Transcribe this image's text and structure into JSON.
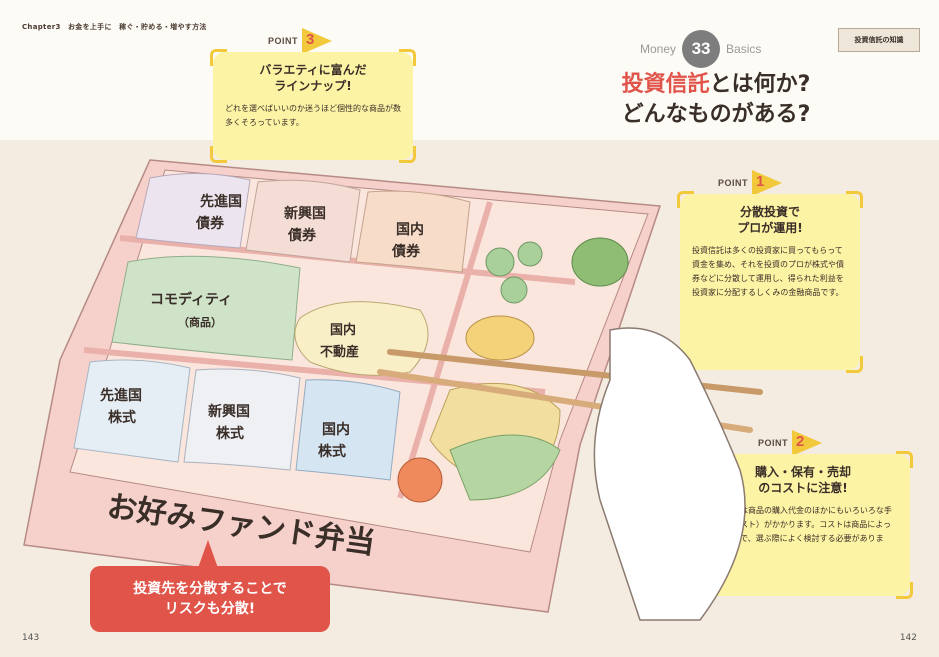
{
  "chapter": "Chapter3　お金を上手に　稼ぐ・貯める・増やす方法",
  "page_left": "143",
  "page_right": "142",
  "header": {
    "left": "Money",
    "number": "33",
    "right": "Basics"
  },
  "tag": "投資信託の知識",
  "title": {
    "accent": "投資信託",
    "line1_rest": "とは何か?",
    "line2": "どんなものがある?"
  },
  "points": {
    "p3": {
      "label": "POINT",
      "num": "3",
      "head1": "バラエティに富んだ",
      "head2": "ラインナップ!",
      "body": "どれを選べばいいのか迷うほど個性的な商品が数多くそろっています。"
    },
    "p1": {
      "label": "POINT",
      "num": "1",
      "head1": "分散投資で",
      "head2": "プロが運用!",
      "body": "投資信託は多くの投資家に買ってもらって資金を集め、それを投資のプロが株式や債券などに分散して運用し、得られた利益を投資家に分配するしくみの金融商品です。"
    },
    "p2": {
      "label": "POINT",
      "num": "2",
      "head1": "購入・保有・売却",
      "head2": "のコストに注意!",
      "body": "投資信託は商品の購入代金のほかにもいろいろな手数料（コスト）がかかります。コストは商品によって違うので、選ぶ際によく検討する必要があります。"
    }
  },
  "bento": {
    "title": "お好みファンド弁当",
    "items": {
      "dev_bond_1": "先進国",
      "dev_bond_2": "債券",
      "em_bond_1": "新興国",
      "em_bond_2": "債券",
      "dom_bond_1": "国内",
      "dom_bond_2": "債券",
      "commodity_1": "コモディティ",
      "commodity_2": "（商品）",
      "realestate_1": "国内",
      "realestate_2": "不動産",
      "dev_stock_1": "先進国",
      "dev_stock_2": "株式",
      "em_stock_1": "新興国",
      "em_stock_2": "株式",
      "dom_stock_1": "国内",
      "dom_stock_2": "株式"
    }
  },
  "callout": {
    "line1": "投資先を分散することで",
    "line2": "リスクも分散!"
  },
  "colors": {
    "accent": "#e0544a",
    "note": "#fdf3a4",
    "corner": "#f2c93b",
    "box": "#f3c4c0"
  }
}
